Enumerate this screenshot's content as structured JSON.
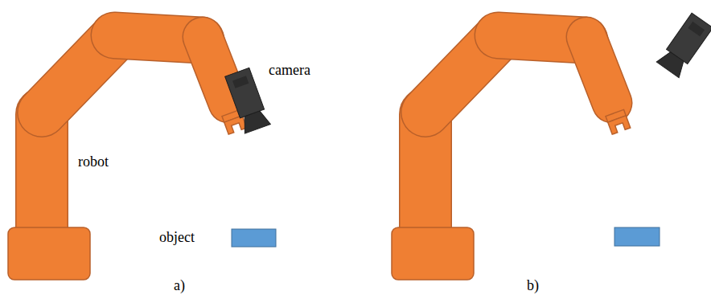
{
  "diagram": {
    "labels": [
      "camera",
      "robot",
      "object",
      "a)",
      "b)"
    ]
  }
}
